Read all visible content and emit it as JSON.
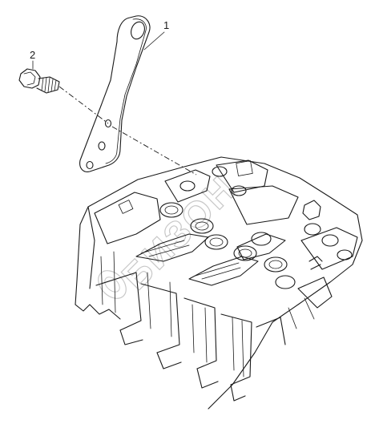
{
  "callouts": [
    {
      "number": "1",
      "part": "bracket"
    },
    {
      "number": "2",
      "part": "bolt"
    }
  ],
  "watermark": {
    "text": "БИЗОН"
  },
  "colors": {
    "line": "#1a1a1a",
    "watermark": "#c8c8c8",
    "background": "#ffffff"
  }
}
